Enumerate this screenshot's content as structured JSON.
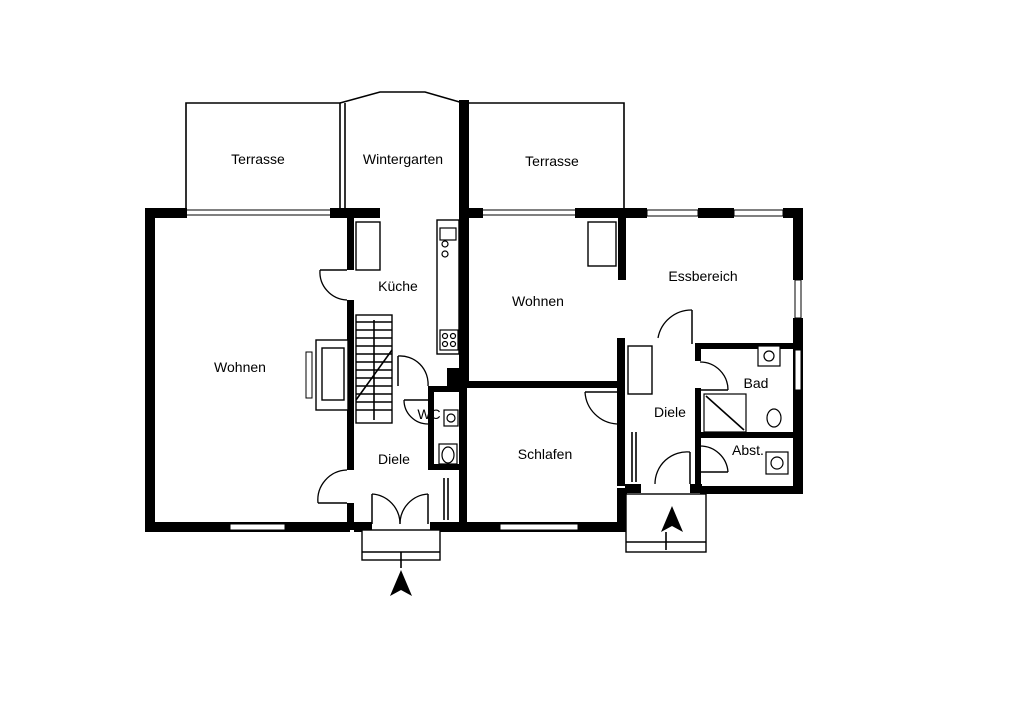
{
  "rooms": {
    "terrasse_left": "Terrasse",
    "wintergarten": "Wintergarten",
    "terrasse_right": "Terrasse",
    "kueche": "Küche",
    "wohnen_left": "Wohnen",
    "wc": "WC",
    "diele_left": "Diele",
    "wohnen_right": "Wohnen",
    "essbereich": "Essbereich",
    "bad": "Bad",
    "diele_right": "Diele",
    "schlafen": "Schlafen",
    "abst": "Abst."
  }
}
